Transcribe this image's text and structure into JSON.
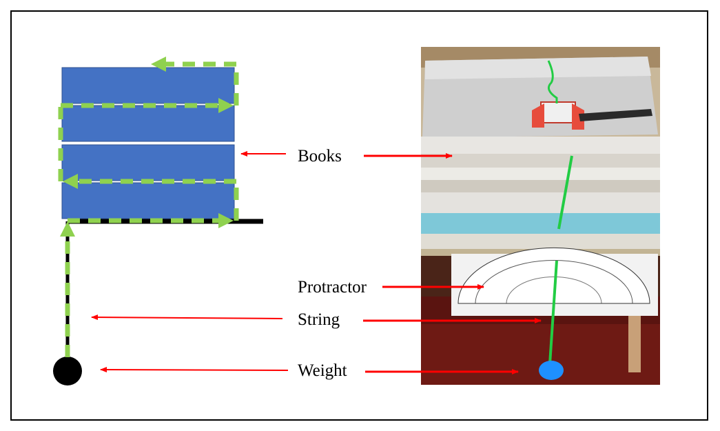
{
  "labels": {
    "books": "Books",
    "protractor": "Protractor",
    "string": "String",
    "weight": "Weight"
  },
  "colors": {
    "book_fill": "#4472c4",
    "book_stroke": "#2f528f",
    "path_dash": "#8fd14f",
    "arrow": "#ff0000",
    "table_line": "#000000",
    "string_green": "#22cc44",
    "weight_blue": "#1e90ff"
  }
}
